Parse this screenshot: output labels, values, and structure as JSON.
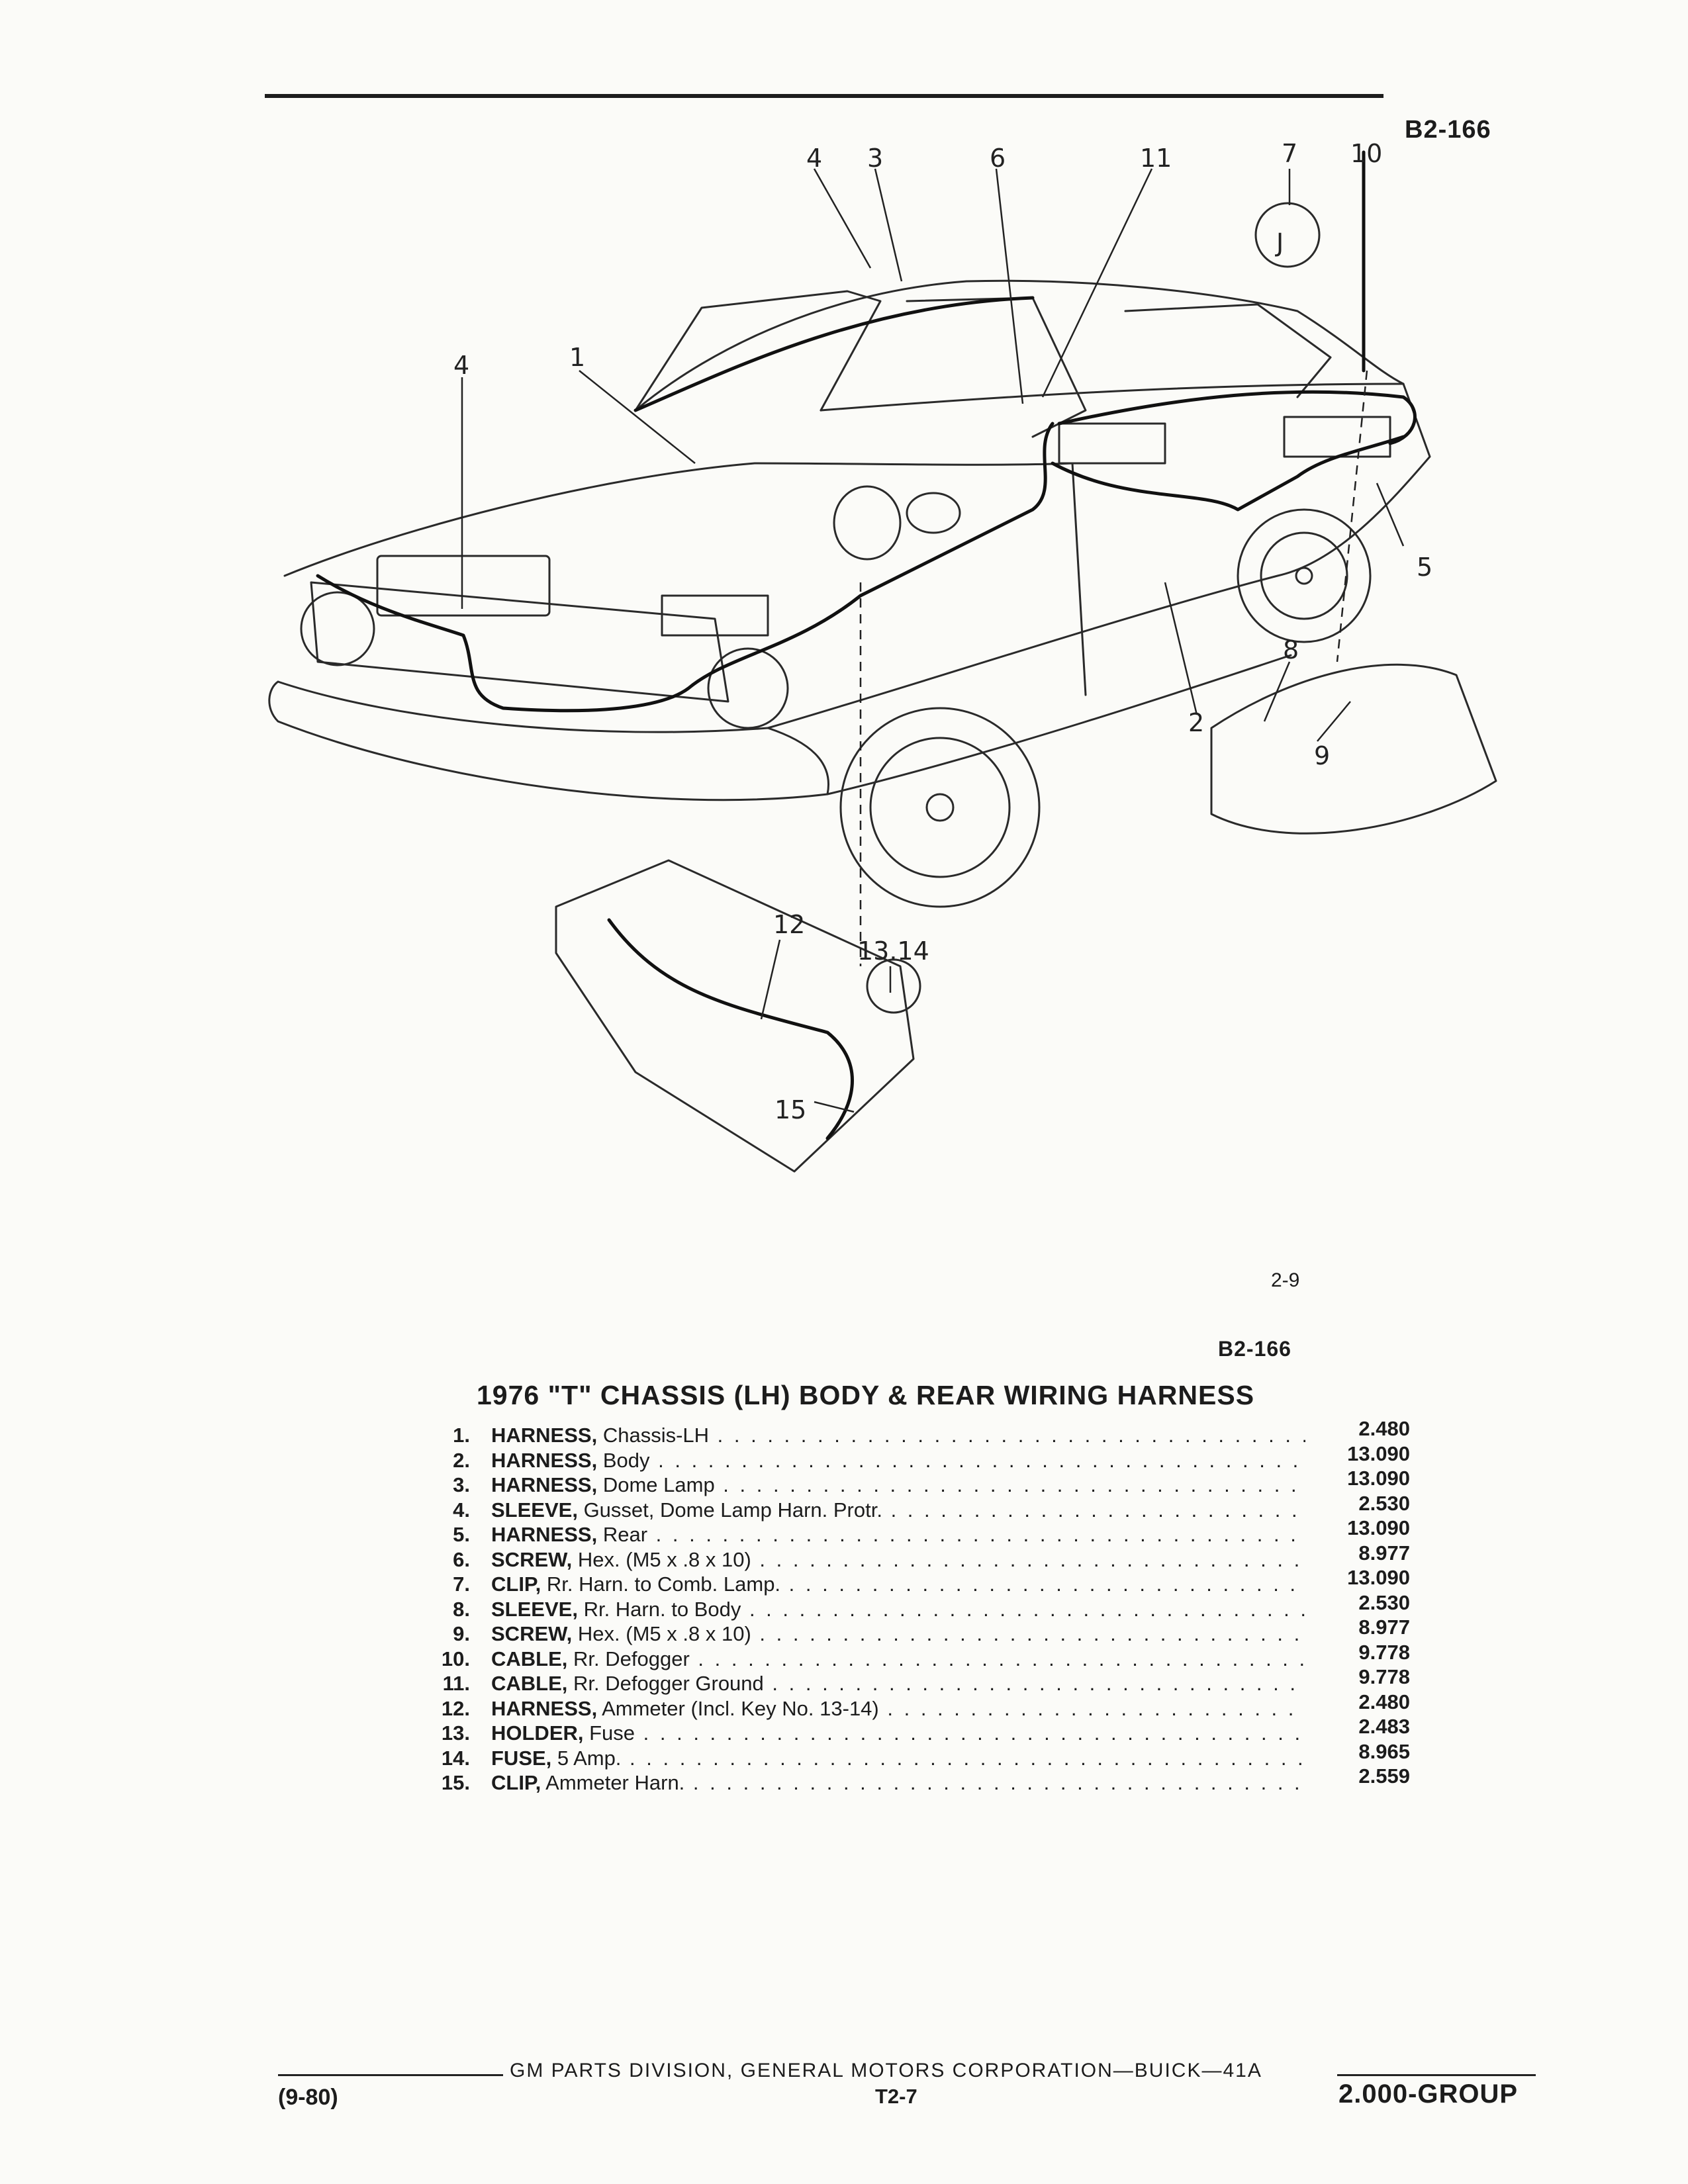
{
  "figure_code": "B2-166",
  "figure_number": "2-9",
  "callouts": [
    "4",
    "3",
    "6",
    "11",
    "7",
    "10",
    "4",
    "1",
    "5",
    "8",
    "2",
    "9",
    "12",
    "13.14",
    "15"
  ],
  "diagram_glyph": "J",
  "parts_title": "1976 \"T\" CHASSIS (LH) BODY & REAR WIRING HARNESS",
  "parts": [
    {
      "num": "1.",
      "name": "HARNESS,",
      "desc": "Chassis-LH",
      "value": "2.480"
    },
    {
      "num": "2.",
      "name": "HARNESS,",
      "desc": "Body",
      "value": "13.090"
    },
    {
      "num": "3.",
      "name": "HARNESS,",
      "desc": "Dome Lamp",
      "value": "13.090"
    },
    {
      "num": "4.",
      "name": "SLEEVE,",
      "desc": "Gusset, Dome Lamp Harn. Protr.",
      "value": "2.530"
    },
    {
      "num": "5.",
      "name": "HARNESS,",
      "desc": "Rear",
      "value": "13.090"
    },
    {
      "num": "6.",
      "name": "SCREW,",
      "desc": "Hex. (M5 x .8 x 10)",
      "value": "8.977"
    },
    {
      "num": "7.",
      "name": "CLIP,",
      "desc": "Rr. Harn. to Comb. Lamp.",
      "value": "13.090"
    },
    {
      "num": "8.",
      "name": "SLEEVE,",
      "desc": "Rr. Harn. to Body",
      "value": "2.530"
    },
    {
      "num": "9.",
      "name": "SCREW,",
      "desc": "Hex. (M5 x .8 x 10)",
      "value": "8.977"
    },
    {
      "num": "10.",
      "name": "CABLE,",
      "desc": "Rr. Defogger",
      "value": "9.778"
    },
    {
      "num": "11.",
      "name": "CABLE,",
      "desc": "Rr. Defogger Ground",
      "value": "9.778"
    },
    {
      "num": "12.",
      "name": "HARNESS,",
      "desc": "Ammeter (Incl. Key No. 13-14)",
      "value": "2.480"
    },
    {
      "num": "13.",
      "name": "HOLDER,",
      "desc": "Fuse",
      "value": "2.483"
    },
    {
      "num": "14.",
      "name": "FUSE,",
      "desc": "5 Amp.",
      "value": "8.965"
    },
    {
      "num": "15.",
      "name": "CLIP,",
      "desc": "Ammeter Harn.",
      "value": "2.559"
    }
  ],
  "footer": {
    "publisher": "GM PARTS DIVISION, GENERAL MOTORS CORPORATION—BUICK—41A",
    "date": "(9-80)",
    "page": "T2-7",
    "group": "2.000-GROUP"
  }
}
